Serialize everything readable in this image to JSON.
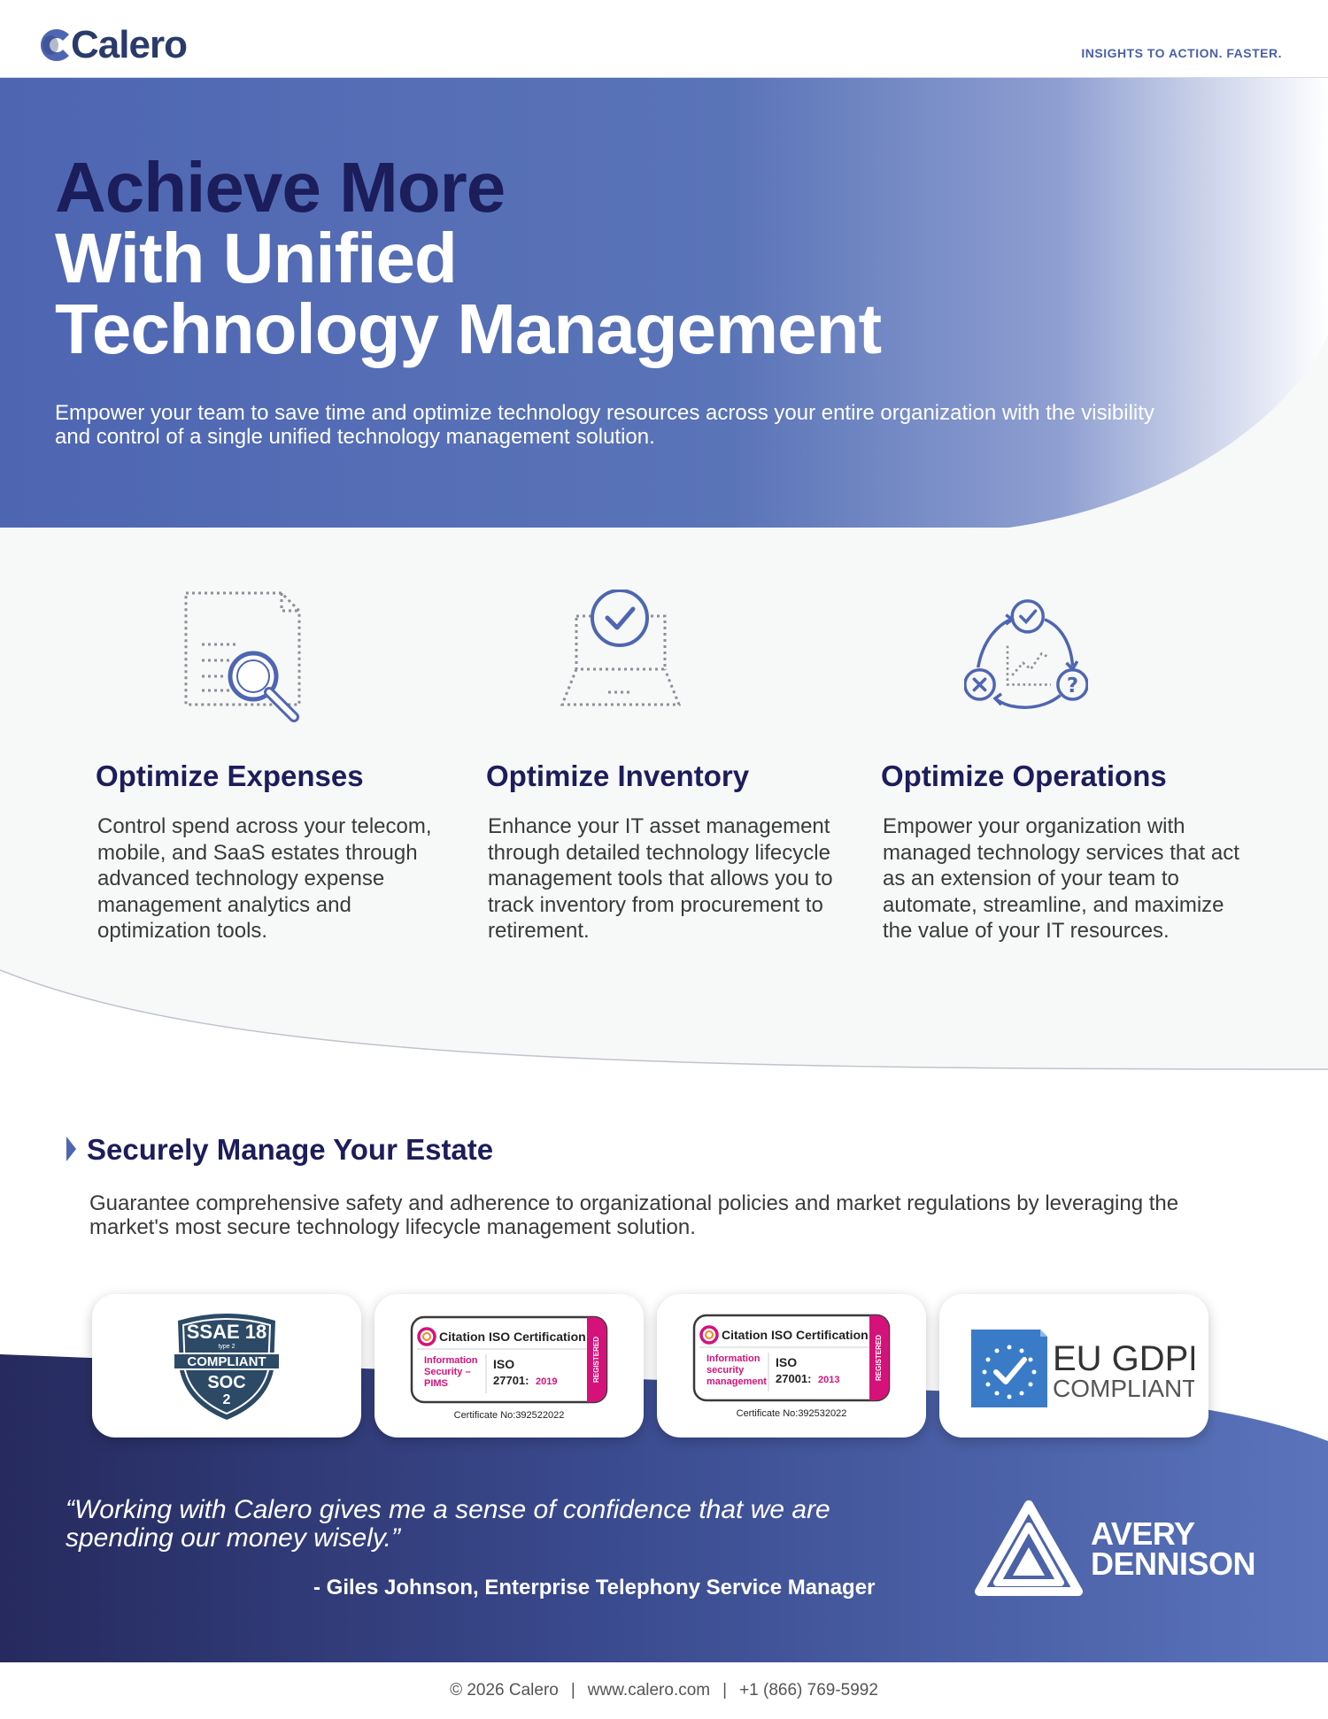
{
  "header": {
    "brand": "Calero",
    "tagline": "INSIGHTS TO ACTION. FASTER."
  },
  "hero": {
    "title_line1": "Achieve More",
    "title_line2": "With Unified",
    "title_line3": "Technology Management",
    "subtitle": "Empower your team to save time and optimize technology resources across your entire organization with the visibility and control of a single unified technology management solution."
  },
  "features": [
    {
      "icon": "document-search-icon",
      "title": "Optimize Expenses",
      "text": "Control spend across your telecom, mobile, and SaaS estates through advanced technology expense management analytics and optimization tools."
    },
    {
      "icon": "laptop-check-icon",
      "title": "Optimize Inventory",
      "text": "Enhance your IT asset management through detailed technology lifecycle management tools that allows you to track inventory from procurement to retirement."
    },
    {
      "icon": "cycle-operations-icon",
      "title": "Optimize Operations",
      "text": "Empower your organization with managed technology services that act as an extension of your team to automate, streamline, and maximize the value of your IT resources."
    }
  ],
  "secure": {
    "title": "Securely Manage Your Estate",
    "text": "Guarantee comprehensive safety and adherence to organizational policies and market regulations by leveraging the market's most secure technology lifecycle management solution."
  },
  "badges": {
    "soc": {
      "line1": "SSAE 18",
      "small": "type 2",
      "line2": "COMPLIANT",
      "line3": "SOC",
      "line4": "2"
    },
    "iso1": {
      "brand": "Citation ISO Certification",
      "desc1": "Information",
      "desc2": "Security –",
      "desc3": "PIMS",
      "iso": "ISO",
      "num": "27701:",
      "year": "2019",
      "registered": "REGISTERED",
      "cert": "Certificate No:392522022"
    },
    "iso2": {
      "brand": "Citation ISO Certification",
      "desc1": "Information",
      "desc2": "security",
      "desc3": "management",
      "iso": "ISO",
      "num": "27001:",
      "year": "2013",
      "registered": "REGISTERED",
      "cert": "Certificate No:392532022"
    },
    "gdpr": {
      "line1": "EU GDPR",
      "line2": "COMPLIANT"
    }
  },
  "testimonial": {
    "quote_line1": "“Working with Calero gives me a sense of confidence that we are",
    "quote_line2": "spending our money wisely.”",
    "author": "- Giles Johnson, Enterprise Telephony Service Manager",
    "logo_line1": "AVERY",
    "logo_line2": "DENNISON"
  },
  "footer": {
    "copyright": "© 2026 Calero",
    "website": "www.calero.com",
    "phone": "+1 (866) 769-5992"
  },
  "colors": {
    "navy": "#1c1d5b",
    "brand_blue": "#4e66b2",
    "iso_pink": "#d4127a"
  }
}
